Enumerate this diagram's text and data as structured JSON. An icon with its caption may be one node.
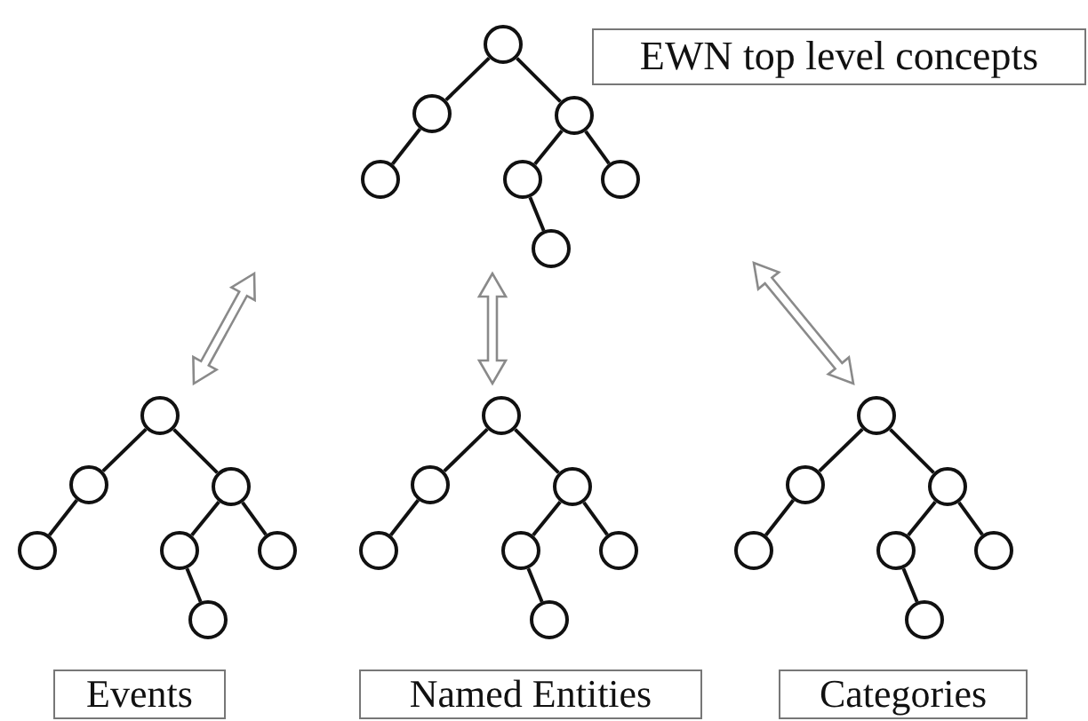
{
  "diagram": {
    "nodes": [
      {
        "text": [],
        "shape": "tree"
      },
      {
        "text": [],
        "shape": "circle",
        "in": 0
      },
      {
        "text": [],
        "shape": "circle",
        "in": 0
      },
      {
        "text": [],
        "shape": "circle",
        "in": 0
      },
      {
        "text": [],
        "shape": "circle",
        "in": 0
      },
      {
        "text": [],
        "shape": "circle",
        "in": 0
      },
      {
        "text": [],
        "shape": "circle",
        "in": 0
      },
      {
        "text": [],
        "shape": "circle",
        "in": 0
      },
      {
        "text": [
          "EWN top level concepts"
        ]
      },
      {
        "text": [],
        "shape": "tree"
      },
      {
        "text": [],
        "shape": "circle",
        "in": 9
      },
      {
        "text": [],
        "shape": "circle",
        "in": 9
      },
      {
        "text": [],
        "shape": "circle",
        "in": 9
      },
      {
        "text": [],
        "shape": "circle",
        "in": 9
      },
      {
        "text": [],
        "shape": "circle",
        "in": 9
      },
      {
        "text": [],
        "shape": "circle",
        "in": 9
      },
      {
        "text": [],
        "shape": "circle",
        "in": 9
      },
      {
        "text": [],
        "shape": "tree"
      },
      {
        "text": [],
        "shape": "circle",
        "in": 17
      },
      {
        "text": [],
        "shape": "circle",
        "in": 17
      },
      {
        "text": [],
        "shape": "circle",
        "in": 17
      },
      {
        "text": [],
        "shape": "circle",
        "in": 17
      },
      {
        "text": [],
        "shape": "circle",
        "in": 17
      },
      {
        "text": [],
        "shape": "circle",
        "in": 17
      },
      {
        "text": [],
        "shape": "circle",
        "in": 17
      },
      {
        "text": [],
        "shape": "tree"
      },
      {
        "text": [],
        "shape": "circle",
        "in": 25
      },
      {
        "text": [],
        "shape": "circle",
        "in": 25
      },
      {
        "text": [],
        "shape": "circle",
        "in": 25
      },
      {
        "text": [],
        "shape": "circle",
        "in": 25
      },
      {
        "text": [],
        "shape": "circle",
        "in": 25
      },
      {
        "text": [],
        "shape": "circle",
        "in": 25
      },
      {
        "text": [],
        "shape": "circle",
        "in": 25
      },
      {
        "text": [
          "Events"
        ]
      },
      {
        "text": [
          "Named Entities"
        ]
      },
      {
        "text": [
          "Categories"
        ]
      }
    ],
    "edges": [
      {
        "from": 1,
        "to": 2,
        "arrow": "none"
      },
      {
        "from": 1,
        "to": 3,
        "arrow": "none"
      },
      {
        "from": 2,
        "to": 4,
        "arrow": "none"
      },
      {
        "from": 3,
        "to": 5,
        "arrow": "none"
      },
      {
        "from": 3,
        "to": 6,
        "arrow": "none"
      },
      {
        "from": 5,
        "to": 7,
        "arrow": "none"
      },
      {
        "from": 10,
        "to": 11,
        "arrow": "none"
      },
      {
        "from": 10,
        "to": 12,
        "arrow": "none"
      },
      {
        "from": 11,
        "to": 13,
        "arrow": "none"
      },
      {
        "from": 12,
        "to": 14,
        "arrow": "none"
      },
      {
        "from": 12,
        "to": 15,
        "arrow": "none"
      },
      {
        "from": 14,
        "to": 16,
        "arrow": "none"
      },
      {
        "from": 18,
        "to": 19,
        "arrow": "none"
      },
      {
        "from": 18,
        "to": 20,
        "arrow": "none"
      },
      {
        "from": 19,
        "to": 21,
        "arrow": "none"
      },
      {
        "from": 20,
        "to": 22,
        "arrow": "none"
      },
      {
        "from": 20,
        "to": 23,
        "arrow": "none"
      },
      {
        "from": 22,
        "to": 24,
        "arrow": "none"
      },
      {
        "from": 26,
        "to": 27,
        "arrow": "none"
      },
      {
        "from": 26,
        "to": 28,
        "arrow": "none"
      },
      {
        "from": 27,
        "to": 29,
        "arrow": "none"
      },
      {
        "from": 28,
        "to": 30,
        "arrow": "none"
      },
      {
        "from": 28,
        "to": 31,
        "arrow": "none"
      },
      {
        "from": 30,
        "to": 32,
        "arrow": "none"
      },
      {
        "from": 0,
        "to": 9,
        "arrow": "both"
      },
      {
        "from": 0,
        "to": 17,
        "arrow": "both"
      },
      {
        "from": 0,
        "to": 25,
        "arrow": "both"
      }
    ]
  }
}
